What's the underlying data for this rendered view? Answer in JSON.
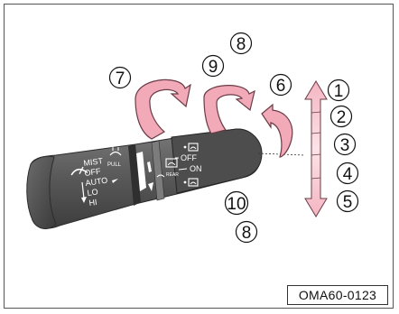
{
  "figure_code": "OMA60-0123",
  "callouts": [
    "1",
    "2",
    "3",
    "4",
    "5",
    "6",
    "7",
    "8",
    "9",
    "10",
    "8"
  ],
  "wiper_positions": {
    "front_icon": "front-wiper-icon",
    "mist": "MIST",
    "off": "OFF",
    "auto": "AUTO",
    "lo": "LO",
    "hi": "HI",
    "washer_icon": "washer-icon",
    "pull": "PULL"
  },
  "rear_wiper": {
    "washer_icon": "rear-washer-icon",
    "off": "OFF",
    "icon": "rear-wiper-icon",
    "rear_label": "REAR",
    "on": "ON",
    "intermittent_icon": "rear-intermittent-icon"
  },
  "colors": {
    "stalk": "#5f5f5f",
    "stalk_dark": "#3c3c3c",
    "arrow_fill": "#f2a9b8",
    "arrow_stroke": "#6a3c46"
  }
}
